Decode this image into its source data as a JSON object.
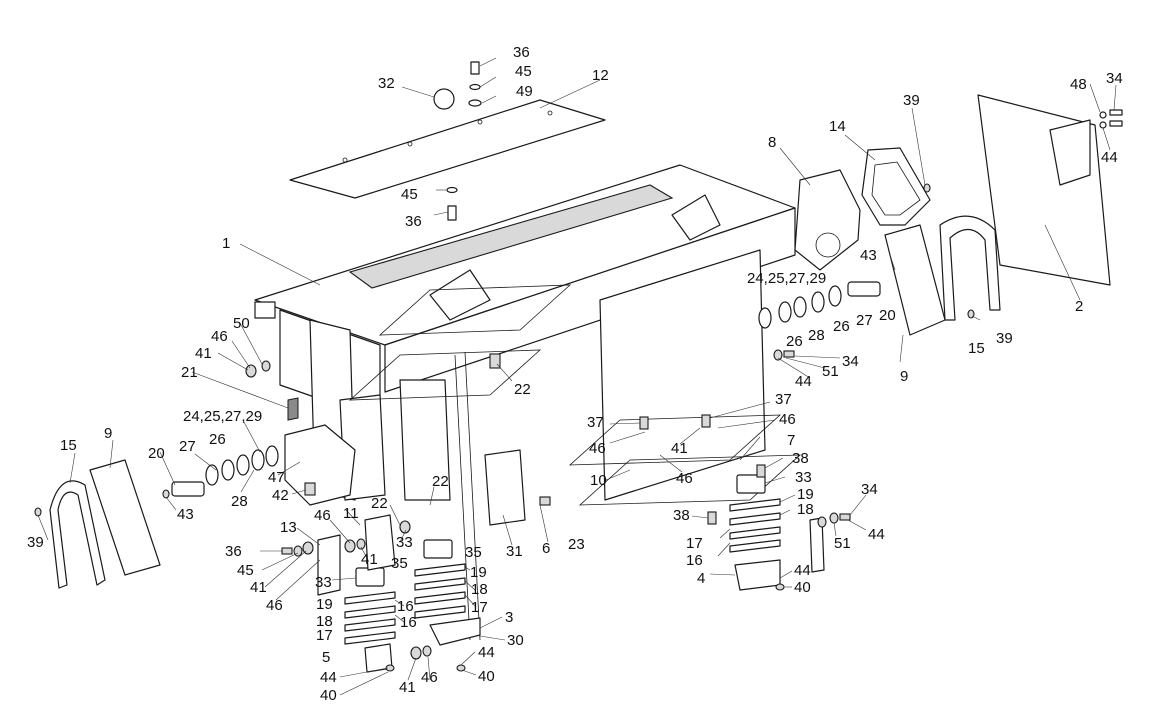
{
  "labels": [
    "36",
    "45",
    "49",
    "12",
    "32",
    "1",
    "45",
    "36",
    "8",
    "14",
    "39",
    "48",
    "34",
    "44",
    "2",
    "24,25,27,29",
    "26",
    "28",
    "26",
    "27",
    "20",
    "43",
    "9",
    "15",
    "39",
    "34",
    "51",
    "44",
    "50",
    "46",
    "41",
    "21",
    "22",
    "37",
    "46",
    "41",
    "37",
    "46",
    "7",
    "38",
    "33",
    "46",
    "10",
    "19",
    "18",
    "24,25,27,29",
    "15",
    "9",
    "20",
    "27",
    "26",
    "28",
    "47",
    "42",
    "43",
    "39",
    "22",
    "11",
    "22",
    "23",
    "6",
    "31",
    "35",
    "13",
    "46",
    "33",
    "41",
    "35",
    "36",
    "45",
    "41",
    "46",
    "33",
    "19",
    "18",
    "17",
    "16",
    "19",
    "18",
    "17",
    "16",
    "3",
    "30",
    "5",
    "44",
    "40",
    "41",
    "46",
    "44",
    "40",
    "38",
    "17",
    "16",
    "4",
    "44",
    "40",
    "34",
    "51",
    "44"
  ]
}
